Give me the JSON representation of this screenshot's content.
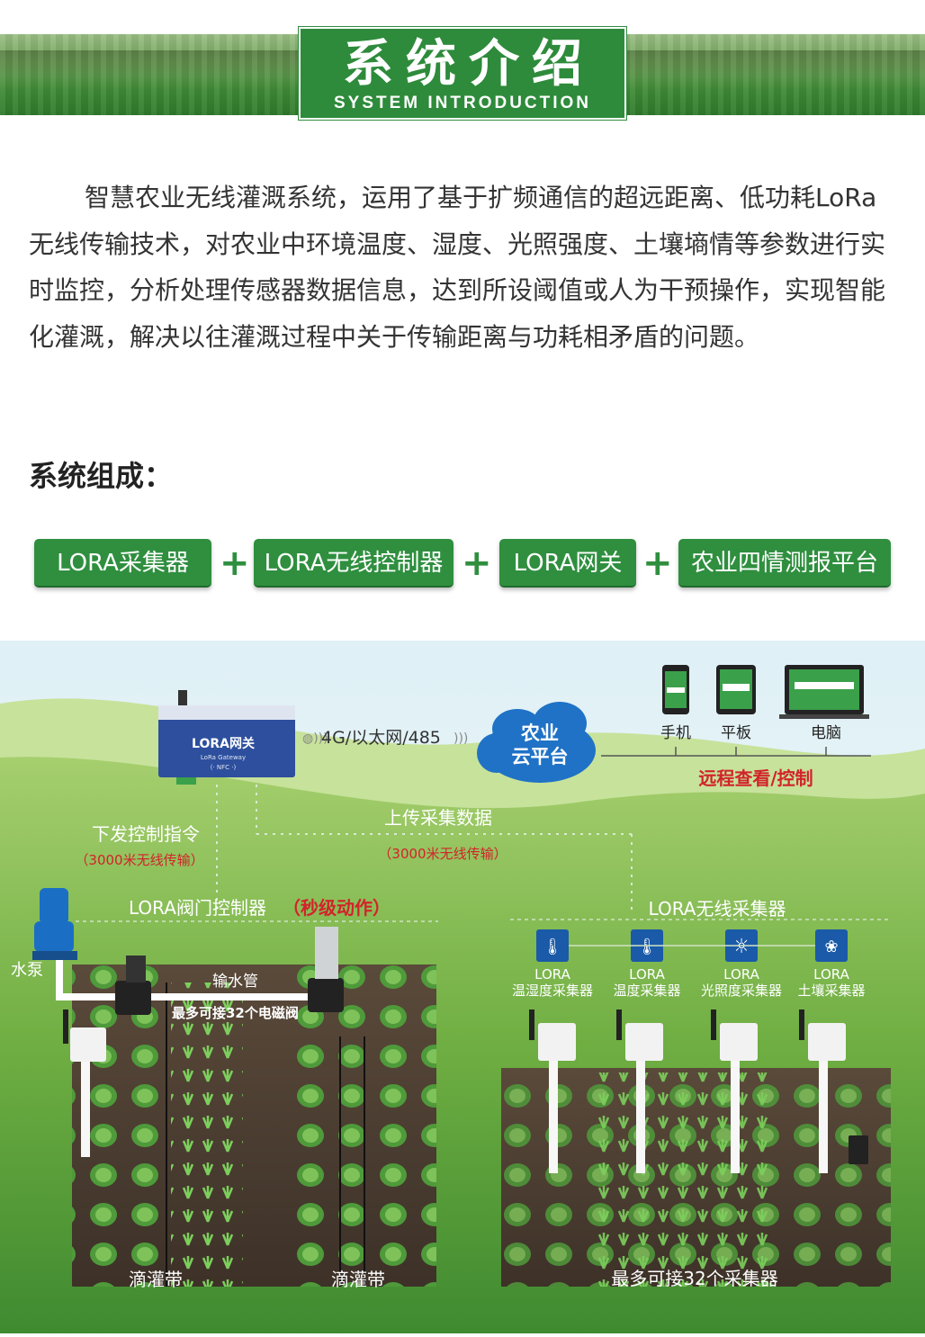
{
  "header": {
    "title_cn": "系统介绍",
    "title_en": "SYSTEM INTRODUCTION"
  },
  "intro": {
    "paragraph": "智慧农业无线灌溉系统，运用了基于扩频通信的超远距离、低功耗LoRa无线传输技术，对农业中环境温度、湿度、光照强度、土壤墒情等参数进行实时监控，分析处理传感器数据信息，达到所设阈值或人为干预操作，实现智能化灌溉，解决以往灌溉过程中关于传输距离与功耗相矛盾的问题。"
  },
  "composition": {
    "title": "系统组成：",
    "items": [
      "LORA采集器",
      "LORA无线控制器",
      "LORA网关",
      "农业四情测报平台"
    ],
    "plus": "+"
  },
  "diagram": {
    "gateway_label": "LORA网关",
    "gateway_sub": "LoRa Gateway",
    "gateway_nfc": "(· NFC ·)",
    "link_label": "4G/以太网/485",
    "cloud_line1": "农业",
    "cloud_line2": "云平台",
    "devices": [
      "手机",
      "平板",
      "电脑"
    ],
    "remote_label": "远程查看/控制",
    "downlink_label": "下发控制指令",
    "downlink_sub": "（3000米无线传输）",
    "uplink_label": "上传采集数据",
    "uplink_sub": "（3000米无线传输）",
    "valve_ctrl_label": "LORA阀门控制器",
    "valve_ctrl_note": "（秒级动作）",
    "pump_label": "水泵",
    "pipe_label": "输水管",
    "valve_max": "最多可接32个电磁阀",
    "drip1": "滴灌带",
    "drip2": "滴灌带",
    "collector_title": "LORA无线采集器",
    "sensors": [
      {
        "line1": "LORA",
        "line2": "温湿度采集器"
      },
      {
        "line1": "LORA",
        "line2": "温度采集器"
      },
      {
        "line1": "LORA",
        "line2": "光照度采集器"
      },
      {
        "line1": "LORA",
        "line2": "土壤采集器"
      }
    ],
    "collector_max": "最多可接32个采集器"
  },
  "colors": {
    "green": "#2f8f3f",
    "red": "#d2232a",
    "blue": "#1a5aa8"
  }
}
